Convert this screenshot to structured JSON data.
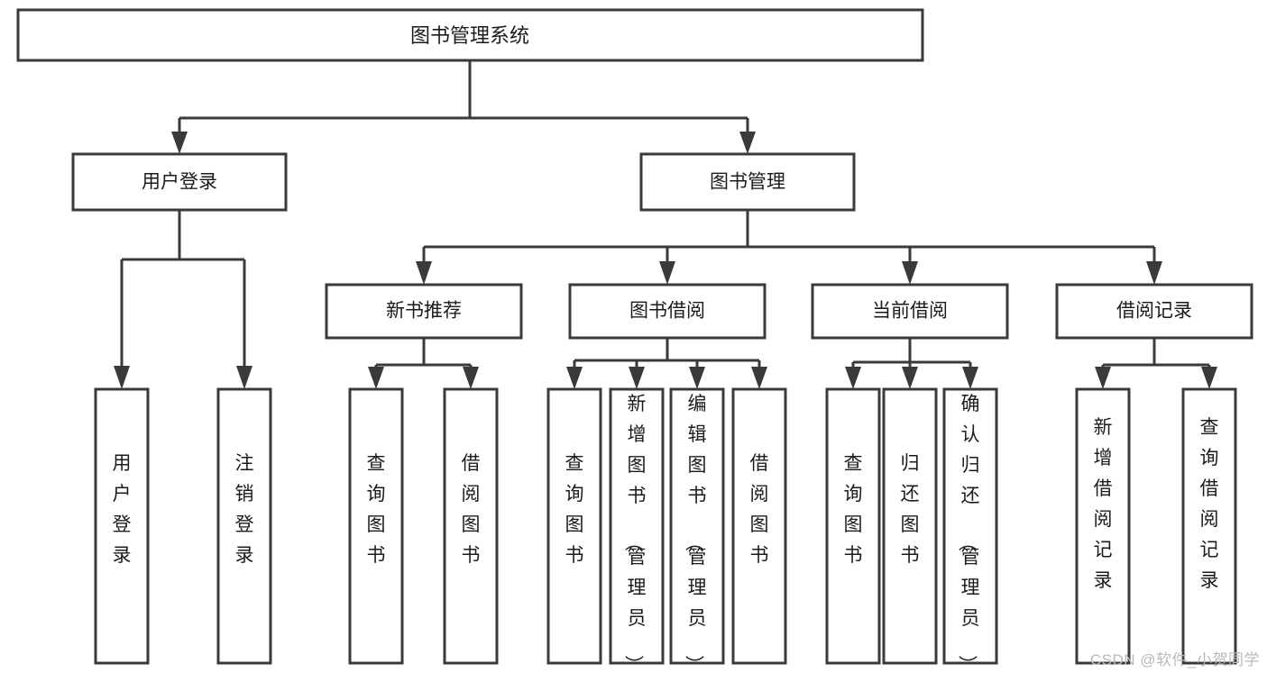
{
  "diagram": {
    "type": "tree",
    "title": "图书管理系统",
    "orientation": "top-down",
    "colors": {
      "box_fill": "#ffffff",
      "box_stroke": "#3a3a3a",
      "text": "#1b1b1b",
      "watermark": "#b9b9b9",
      "background": "#ffffff"
    },
    "root": {
      "label": "图书管理系统"
    },
    "level2": [
      {
        "label": "用户登录"
      },
      {
        "label": "图书管理"
      }
    ],
    "level3": [
      {
        "label": "新书推荐"
      },
      {
        "label": "图书借阅"
      },
      {
        "label": "当前借阅"
      },
      {
        "label": "借阅记录"
      }
    ],
    "leaves": {
      "user_login": [
        {
          "label": "用户登录"
        },
        {
          "label": "注销登录"
        }
      ],
      "new_book_recommend": [
        {
          "label": "查询图书"
        },
        {
          "label": "借阅图书"
        }
      ],
      "book_borrow": [
        {
          "label": "查询图书"
        },
        {
          "label": "新增图书（管理员）"
        },
        {
          "label": "编辑图书（管理员）"
        },
        {
          "label": "借阅图书"
        }
      ],
      "current_borrow": [
        {
          "label": "查询图书"
        },
        {
          "label": "归还图书"
        },
        {
          "label": "确认归还（管理员）"
        }
      ],
      "borrow_record": [
        {
          "label": "新增借阅记录"
        },
        {
          "label": "查询借阅记录"
        }
      ]
    }
  },
  "watermark": {
    "text": "CSDN @软件_小贺同学"
  }
}
